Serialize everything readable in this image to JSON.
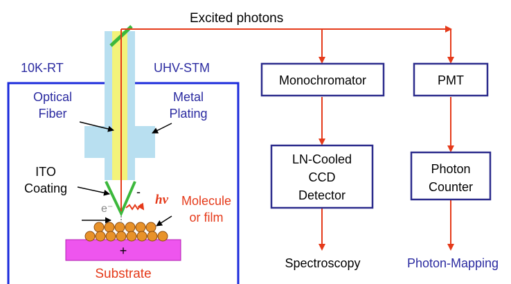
{
  "top_label": "Excited photons",
  "left_labels": {
    "temp": "10K-RT",
    "stm": "UHV-STM"
  },
  "stm_parts": {
    "optical_fiber": [
      "Optical",
      "Fiber"
    ],
    "metal_plating": [
      "Metal",
      "Plating"
    ],
    "ito_coating": [
      "ITO",
      "Coating"
    ],
    "molecule": [
      "Molecule",
      "or film"
    ],
    "substrate": "Substrate",
    "electron": "e⁻",
    "minus": "-",
    "plus": "+",
    "hv": "hν"
  },
  "boxes": {
    "monochromator": "Monochromator",
    "pmt": "PMT",
    "ccd": [
      "LN-Cooled",
      "CCD",
      "Detector"
    ],
    "photon_counter": [
      "Photon",
      "Counter"
    ]
  },
  "outputs": {
    "spectroscopy": "Spectroscopy",
    "photon_mapping": "Photon-Mapping"
  },
  "colors": {
    "blue_text": "#2a2aa0",
    "red": "#e53a1a",
    "frame_blue": "#1a2adb",
    "box_navy": "#2b2b8c",
    "fiber_cyan": "#b8dff0",
    "fiber_yellow": "#f3f37a",
    "tip_green": "#3cb83c",
    "ball_orange": "#e8922a",
    "substrate_magenta": "#ee55ee"
  }
}
